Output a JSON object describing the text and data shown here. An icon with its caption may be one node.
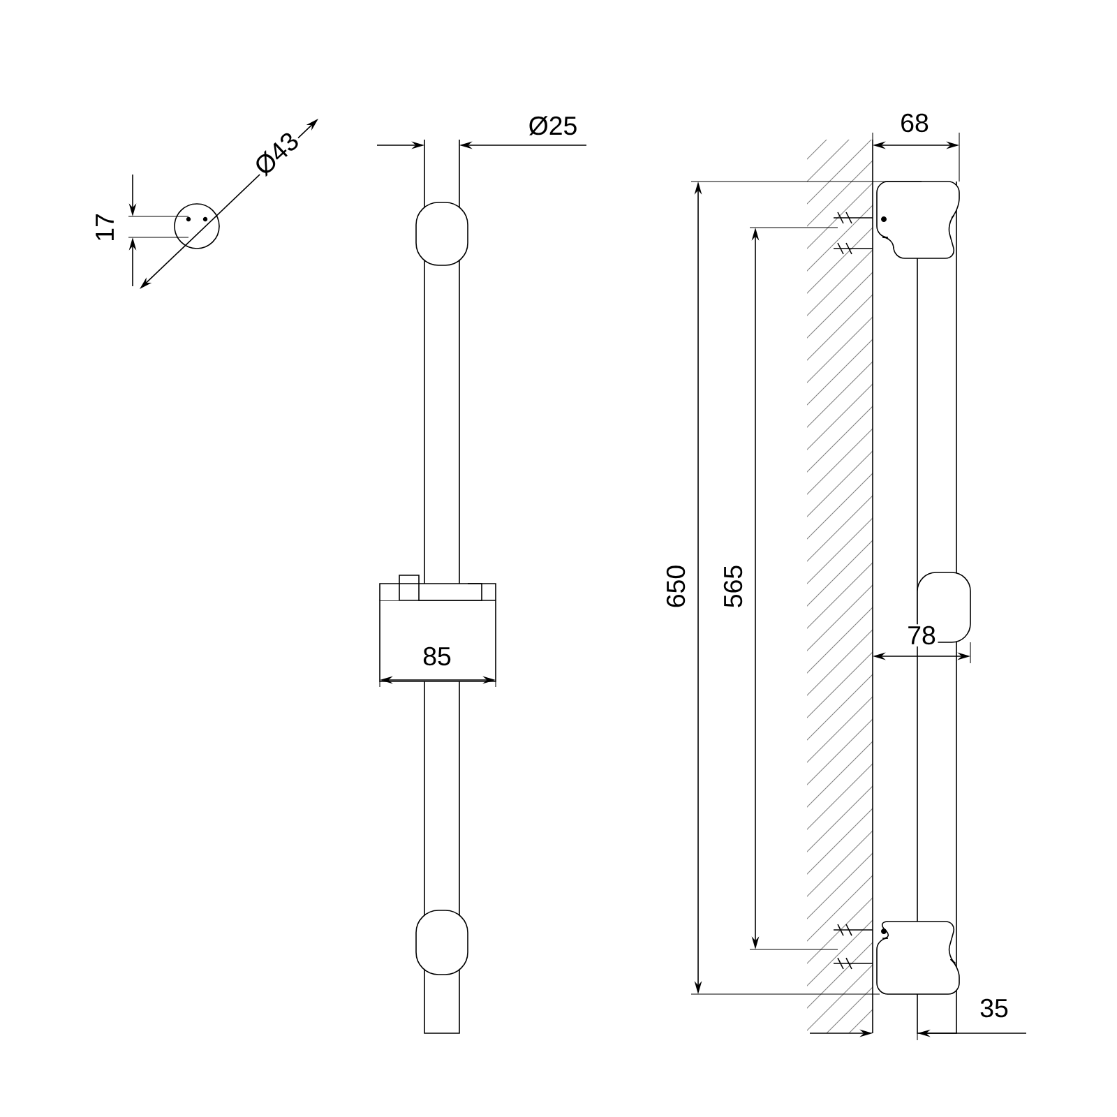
{
  "diagram": {
    "labels": [
      "Ø43",
      "Ø25",
      "68",
      "17",
      "650",
      "565",
      "85",
      "78",
      "35"
    ]
  }
}
